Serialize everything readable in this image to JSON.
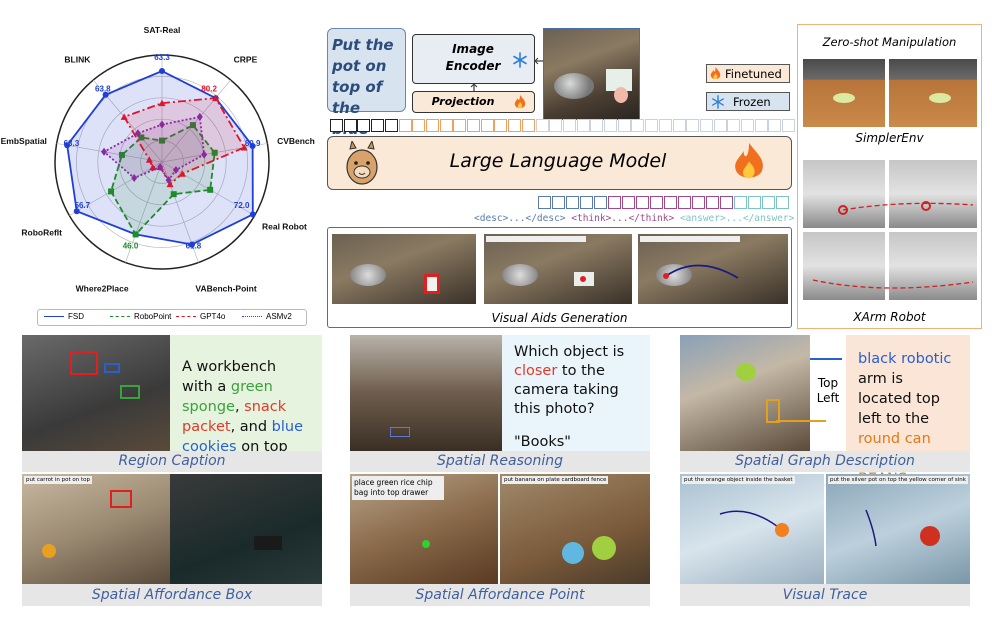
{
  "radar": {
    "axes": [
      {
        "label": "SAT-Real",
        "value_label": "63.3"
      },
      {
        "label": "CRPE",
        "value_label": "80.2"
      },
      {
        "label": "CVBench",
        "value_label": "80.9"
      },
      {
        "label": "Real Robot",
        "value_label": "72.0"
      },
      {
        "label": "VABench-Point",
        "value_label": "61.8"
      },
      {
        "label": "Where2Place",
        "value_label": "46.0"
      },
      {
        "label": "RoboRefIt",
        "value_label": "56.7"
      },
      {
        "label": "EmbSpatial",
        "value_label": "63.3"
      },
      {
        "label": "BLINK",
        "value_label": "63.8"
      }
    ],
    "series": [
      {
        "name": "FSD",
        "color": "#1f3fd6",
        "values": [
          0.85,
          0.78,
          0.86,
          0.98,
          0.82,
          0.72,
          0.92,
          0.9,
          0.82
        ]
      },
      {
        "name": "RoboPoint",
        "color": "#1e8c2a",
        "values": [
          0.2,
          0.45,
          0.5,
          0.52,
          0.32,
          0.72,
          0.55,
          0.38,
          0.3
        ]
      },
      {
        "name": "GPT4o",
        "color": "#e0142a",
        "values": [
          0.55,
          0.78,
          0.78,
          0.22,
          0.22,
          0.05,
          0.1,
          0.12,
          0.55
        ]
      },
      {
        "name": "ASMv2",
        "color": "#8a2aa0",
        "values": [
          0.35,
          0.55,
          0.4,
          0.15,
          0.18,
          0.05,
          0.3,
          0.55,
          0.35
        ]
      }
    ]
  },
  "architecture": {
    "instruction": "Put the pot on top of the blue cloth",
    "image_encoder": "Image Encoder",
    "projection": "Projection",
    "legend_finetuned": "Finetuned",
    "legend_frozen": "Frozen",
    "llm": "Large Language Model",
    "tag_desc": "<desc>...</desc>",
    "tag_think": "<think>...</think>",
    "tag_answer": "<answer>...</answer>",
    "visual_aids_caption": "Visual Aids Generation"
  },
  "manipulation": {
    "title": "Zero-shot Manipulation",
    "simpler_env": "SimplerEnv",
    "xarm": "XArm Robot"
  },
  "tasks": {
    "region_caption": "Region Caption",
    "region_text_parts": [
      {
        "t": "A workbench with a ",
        "c": "#111"
      },
      {
        "t": "green sponge",
        "c": "#3aa23a"
      },
      {
        "t": ", ",
        "c": "#111"
      },
      {
        "t": "snack packet",
        "c": "#e03a2a"
      },
      {
        "t": ", and ",
        "c": "#111"
      },
      {
        "t": "blue cookies",
        "c": "#2a5fd0"
      },
      {
        "t": " on top",
        "c": "#111"
      }
    ],
    "spatial_reasoning": "Spatial Reasoning",
    "reasoning_text_parts": [
      {
        "t": "Which object is ",
        "c": "#111"
      },
      {
        "t": "closer",
        "c": "#e03a2a"
      },
      {
        "t": " to the camera taking this photo?",
        "c": "#111"
      }
    ],
    "reasoning_answer": "\"Books\"",
    "spatial_graph": "Spatial Graph Description",
    "graph_label": "Top Left",
    "graph_text_parts": [
      {
        "t": "black robotic",
        "c": "#2a5fd0"
      },
      {
        "t": " arm is located top left to the ",
        "c": "#111"
      },
      {
        "t": "round can labeled BEANS",
        "c": "#e07a1a"
      }
    ],
    "affordance_box": "Spatial Affordance Box",
    "affordance_box_overlay": "put carrot in pot on top",
    "affordance_point": "Spatial Affordance Point",
    "affordance_point_overlay": "place green rice chip bag into top drawer",
    "affordance_point_overlay2": "put banana on plate cardboard fence",
    "visual_trace": "Visual Trace",
    "visual_trace_overlay": "put the orange object inside the basket",
    "visual_trace_overlay2": "put the silver pot on top the yellow corner of sink"
  }
}
